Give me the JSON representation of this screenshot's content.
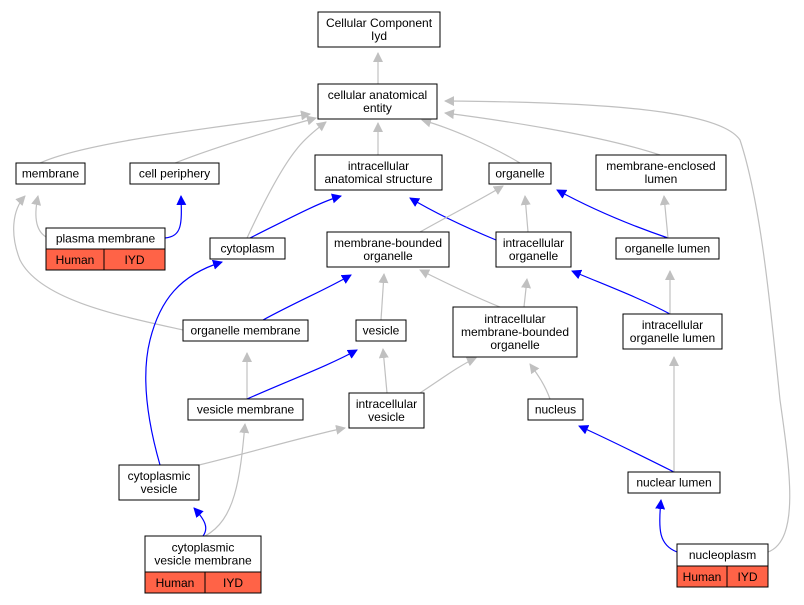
{
  "colors": {
    "is_a_edge": "#c0c0c0",
    "part_of_edge": "#0000ff",
    "tag_fill": "#ff6347",
    "node_fill": "#ffffff",
    "node_border": "#000000"
  },
  "nodes": {
    "cellular_component": {
      "lines": [
        "Cellular Component",
        "Iyd"
      ]
    },
    "cellular_anatomical_entity": {
      "lines": [
        "cellular anatomical",
        "entity"
      ]
    },
    "membrane": {
      "lines": [
        "membrane"
      ]
    },
    "cell_periphery": {
      "lines": [
        "cell periphery"
      ]
    },
    "intracellular_anatomical_structure": {
      "lines": [
        "intracellular",
        "anatomical structure"
      ]
    },
    "organelle": {
      "lines": [
        "organelle"
      ]
    },
    "membrane_enclosed_lumen": {
      "lines": [
        "membrane-enclosed",
        "lumen"
      ]
    },
    "plasma_membrane": {
      "lines": [
        "plasma membrane"
      ],
      "tags": [
        "Human",
        "IYD"
      ]
    },
    "cytoplasm": {
      "lines": [
        "cytoplasm"
      ]
    },
    "membrane_bounded_organelle": {
      "lines": [
        "membrane-bounded",
        "organelle"
      ]
    },
    "intracellular_organelle": {
      "lines": [
        "intracellular",
        "organelle"
      ]
    },
    "organelle_lumen": {
      "lines": [
        "organelle lumen"
      ]
    },
    "organelle_membrane": {
      "lines": [
        "organelle membrane"
      ]
    },
    "vesicle": {
      "lines": [
        "vesicle"
      ]
    },
    "intracellular_membrane_bounded_organelle": {
      "lines": [
        "intracellular",
        "membrane-bounded",
        "organelle"
      ]
    },
    "intracellular_organelle_lumen": {
      "lines": [
        "intracellular",
        "organelle lumen"
      ]
    },
    "vesicle_membrane": {
      "lines": [
        "vesicle membrane"
      ]
    },
    "intracellular_vesicle": {
      "lines": [
        "intracellular",
        "vesicle"
      ]
    },
    "nucleus": {
      "lines": [
        "nucleus"
      ]
    },
    "cytoplasmic_vesicle": {
      "lines": [
        "cytoplasmic",
        "vesicle"
      ]
    },
    "nuclear_lumen": {
      "lines": [
        "nuclear lumen"
      ]
    },
    "cytoplasmic_vesicle_membrane": {
      "lines": [
        "cytoplasmic",
        "vesicle membrane"
      ],
      "tags": [
        "Human",
        "IYD"
      ]
    },
    "nucleoplasm": {
      "lines": [
        "nucleoplasm"
      ],
      "tags": [
        "Human",
        "IYD"
      ]
    }
  },
  "edges": [
    {
      "from": "cellular_anatomical_entity",
      "to": "cellular_component",
      "type": "is_a"
    },
    {
      "from": "membrane",
      "to": "cellular_anatomical_entity",
      "type": "is_a"
    },
    {
      "from": "cell_periphery",
      "to": "cellular_anatomical_entity",
      "type": "is_a"
    },
    {
      "from": "intracellular_anatomical_structure",
      "to": "cellular_anatomical_entity",
      "type": "is_a"
    },
    {
      "from": "organelle",
      "to": "cellular_anatomical_entity",
      "type": "is_a"
    },
    {
      "from": "membrane_enclosed_lumen",
      "to": "cellular_anatomical_entity",
      "type": "is_a"
    },
    {
      "from": "cytoplasm",
      "to": "cellular_anatomical_entity",
      "type": "is_a"
    },
    {
      "from": "nucleoplasm",
      "to": "cellular_anatomical_entity",
      "type": "is_a"
    },
    {
      "from": "plasma_membrane",
      "to": "membrane",
      "type": "is_a"
    },
    {
      "from": "plasma_membrane",
      "to": "cell_periphery",
      "type": "part_of"
    },
    {
      "from": "organelle_membrane",
      "to": "membrane",
      "type": "is_a"
    },
    {
      "from": "cytoplasm",
      "to": "intracellular_anatomical_structure",
      "type": "part_of"
    },
    {
      "from": "intracellular_organelle",
      "to": "intracellular_anatomical_structure",
      "type": "part_of"
    },
    {
      "from": "membrane_bounded_organelle",
      "to": "organelle",
      "type": "is_a"
    },
    {
      "from": "intracellular_organelle",
      "to": "organelle",
      "type": "is_a"
    },
    {
      "from": "organelle_lumen",
      "to": "organelle",
      "type": "part_of"
    },
    {
      "from": "organelle_lumen",
      "to": "membrane_enclosed_lumen",
      "type": "is_a"
    },
    {
      "from": "organelle_membrane",
      "to": "membrane_bounded_organelle",
      "type": "part_of"
    },
    {
      "from": "vesicle",
      "to": "membrane_bounded_organelle",
      "type": "is_a"
    },
    {
      "from": "intracellular_membrane_bounded_organelle",
      "to": "membrane_bounded_organelle",
      "type": "is_a"
    },
    {
      "from": "intracellular_membrane_bounded_organelle",
      "to": "intracellular_organelle",
      "type": "is_a"
    },
    {
      "from": "intracellular_organelle_lumen",
      "to": "intracellular_organelle",
      "type": "part_of"
    },
    {
      "from": "intracellular_organelle_lumen",
      "to": "organelle_lumen",
      "type": "is_a"
    },
    {
      "from": "vesicle_membrane",
      "to": "organelle_membrane",
      "type": "is_a"
    },
    {
      "from": "vesicle_membrane",
      "to": "vesicle",
      "type": "part_of"
    },
    {
      "from": "intracellular_vesicle",
      "to": "vesicle",
      "type": "is_a"
    },
    {
      "from": "intracellular_vesicle",
      "to": "intracellular_membrane_bounded_organelle",
      "type": "is_a"
    },
    {
      "from": "nucleus",
      "to": "intracellular_membrane_bounded_organelle",
      "type": "is_a"
    },
    {
      "from": "cytoplasmic_vesicle",
      "to": "cytoplasm",
      "type": "part_of"
    },
    {
      "from": "cytoplasmic_vesicle",
      "to": "intracellular_vesicle",
      "type": "is_a"
    },
    {
      "from": "nuclear_lumen",
      "to": "nucleus",
      "type": "part_of"
    },
    {
      "from": "nuclear_lumen",
      "to": "intracellular_organelle_lumen",
      "type": "is_a"
    },
    {
      "from": "cytoplasmic_vesicle_membrane",
      "to": "cytoplasmic_vesicle",
      "type": "part_of"
    },
    {
      "from": "cytoplasmic_vesicle_membrane",
      "to": "vesicle_membrane",
      "type": "is_a"
    },
    {
      "from": "nucleoplasm",
      "to": "nuclear_lumen",
      "type": "part_of"
    }
  ]
}
